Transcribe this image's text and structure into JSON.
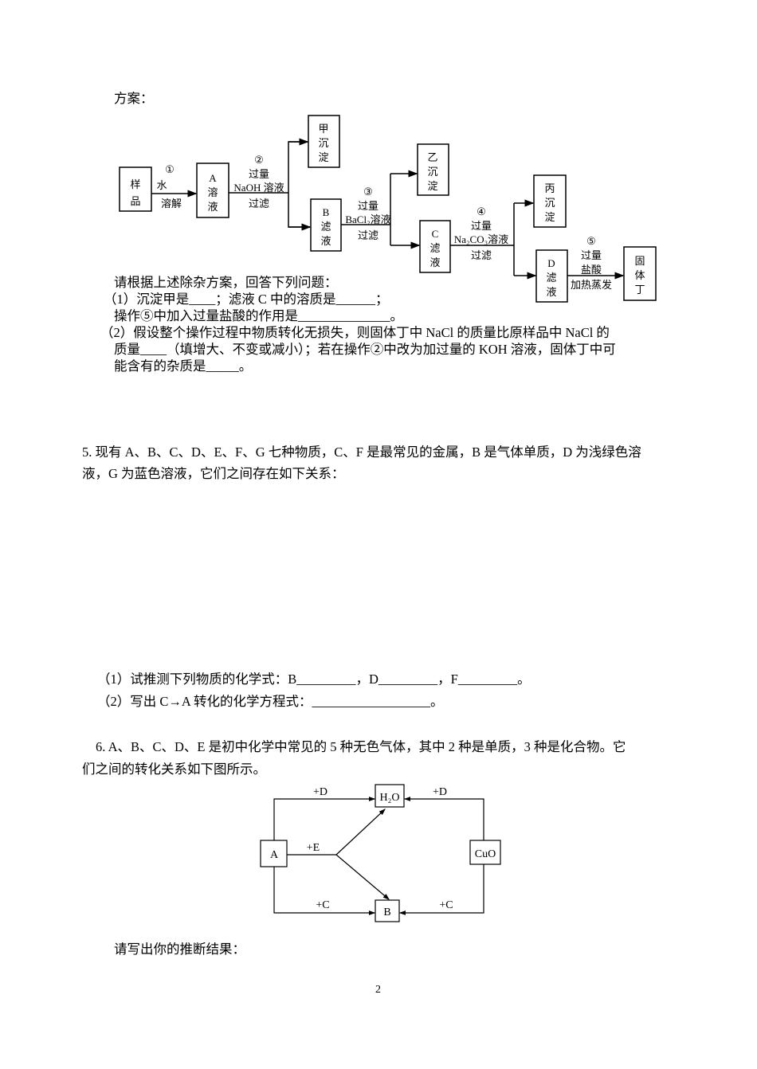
{
  "q4": {
    "scheme_label": "方案：",
    "flow": {
      "sample": [
        "样",
        "品"
      ],
      "a": [
        "A",
        "溶",
        "液"
      ],
      "jia": [
        "甲",
        "沉",
        "淀"
      ],
      "b": [
        "B",
        "滤",
        "液"
      ],
      "yi": [
        "乙",
        "沉",
        "淀"
      ],
      "c": [
        "C",
        "滤",
        "液"
      ],
      "bing": [
        "丙",
        "沉",
        "淀"
      ],
      "d": [
        "D",
        "滤",
        "液"
      ],
      "ding": [
        "固",
        "体",
        "丁"
      ],
      "step1": [
        "①",
        "水",
        "溶解"
      ],
      "step2": [
        "②",
        "过量",
        "NaOH 溶液",
        "过滤"
      ],
      "step3": [
        "③",
        "过量",
        "BaCl₂溶液",
        "过滤"
      ],
      "step4": [
        "④",
        "过量",
        "Na₂CO₃溶液",
        "过滤"
      ],
      "step5": [
        "⑤",
        "过量",
        "盐酸",
        "加热蒸发"
      ]
    },
    "lines": [
      "请根据上述除杂方案，回答下列问题：",
      "（1）沉淀甲是____；滤液 C 中的溶质是______；",
      "操作⑤中加入过量盐酸的作用是______________。",
      "（2）假设整个操作过程中物质转化无损失，则固体丁中 NaCl 的质量比原样品中 NaCl 的",
      "质量____（填增大、不变或减小）；若在操作②中改为加过量的 KOH 溶液，固体丁中可",
      "能含有的杂质是_____。"
    ]
  },
  "q5": {
    "lines": [
      "5. 现有 A、B、C、D、E、F、G 七种物质，C、F 是最常见的金属，B 是气体单质，D 为浅绿色溶",
      "液，G 为蓝色溶液，它们之间存在如下关系：",
      "（1）试推测下列物质的化学式：B_________，D_________，F_________。",
      "（2）写出 C→A 转化的化学方程式：__________________。"
    ]
  },
  "q6": {
    "lines": [
      "6. A、B、C、D、E 是初中化学中常见的 5 种无色气体，其中 2 种是单质，3 种是化合物。它",
      "们之间的转化关系如下图所示。",
      "请写出你的推断结果："
    ],
    "diagram": {
      "a": "A",
      "h2o": "H₂O",
      "b": "B",
      "cuo": "CuO",
      "plus_d_left": "+D",
      "plus_d_right": "+D",
      "plus_e": "+E",
      "plus_c_left": "+C",
      "plus_c_right": "+C"
    }
  },
  "page_number": "2"
}
